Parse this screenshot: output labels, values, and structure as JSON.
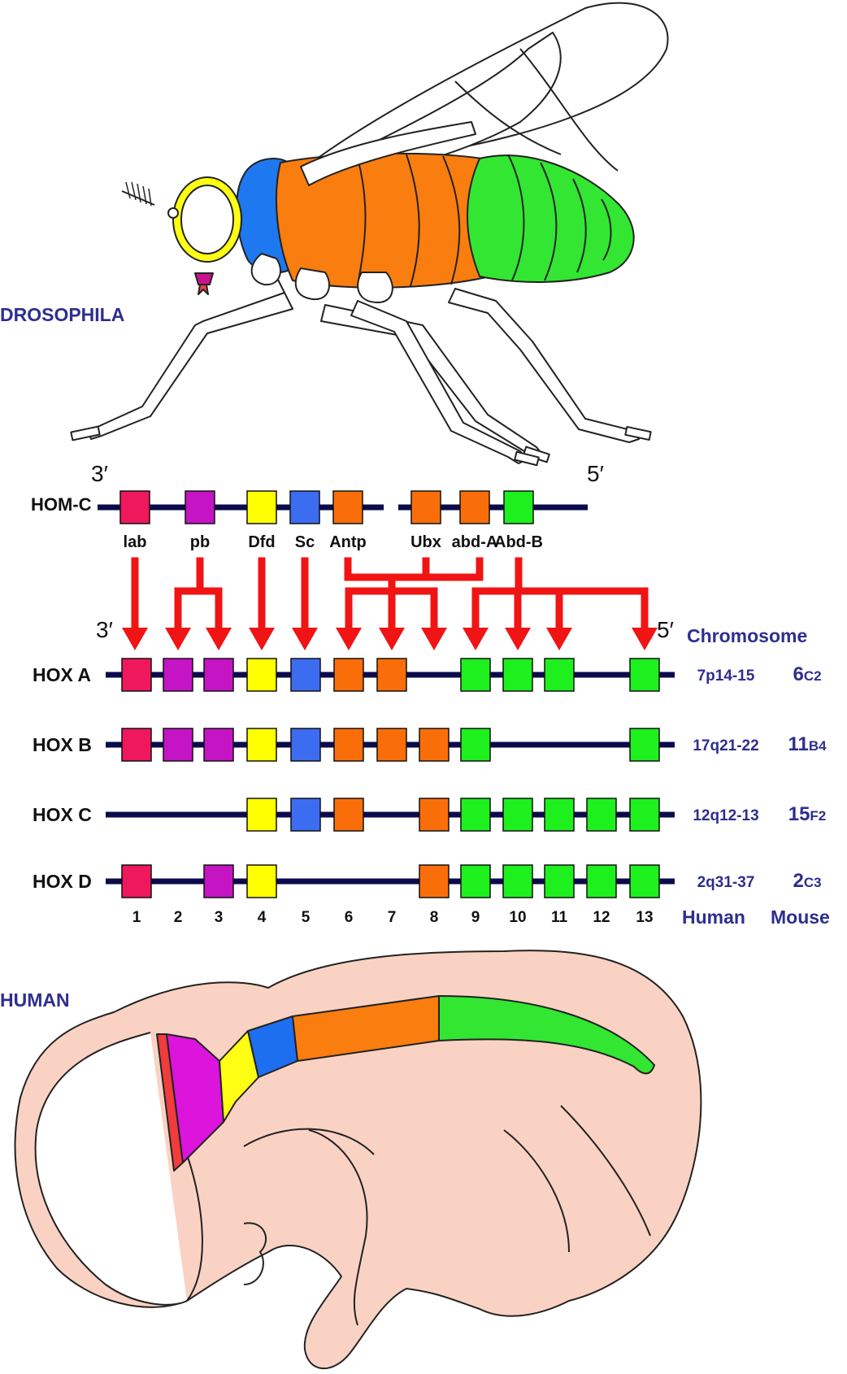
{
  "labels": {
    "drosophila": "DROSOPHILA",
    "human": "HUMAN",
    "chromosome": "Chromosome",
    "human_col": "Human",
    "mouse_col": "Mouse",
    "prime3_top": "3′",
    "prime5_top": "5′",
    "prime3_mid": "3′",
    "prime5_mid": "5′"
  },
  "colors": {
    "lab": "#f0185c",
    "pb": "#c414c4",
    "dfd": "#ffff00",
    "scr": "#3c6cf0",
    "antp": "#fa6e0a",
    "abd": "#1ef01e",
    "arrow": "#f01414",
    "line": "#0a0a4c"
  },
  "homc": {
    "label": "HOM-C",
    "genes": [
      {
        "name": "lab",
        "color": "lab"
      },
      {
        "name": "pb",
        "color": "pb"
      },
      {
        "name": "Dfd",
        "color": "dfd"
      },
      {
        "name": "Sc",
        "color": "scr"
      },
      {
        "name": "Antp",
        "color": "antp"
      },
      {
        "name": "Ubx",
        "color": "antp"
      },
      {
        "name": "abd-A",
        "color": "antp"
      },
      {
        "name": "Abd-B",
        "color": "abd"
      }
    ]
  },
  "paralog_numbers": [
    "1",
    "2",
    "3",
    "4",
    "5",
    "6",
    "7",
    "8",
    "9",
    "10",
    "11",
    "12",
    "13"
  ],
  "clusters": [
    {
      "label": "HOX A",
      "human": "7p14-15",
      "mouse_big": "6",
      "mouse_small": "C2",
      "genes": [
        "lab",
        "pb",
        "pb",
        "dfd",
        "scr",
        "antp",
        "antp",
        null,
        "abd",
        "abd",
        "abd",
        null,
        "abd"
      ]
    },
    {
      "label": "HOX B",
      "human": "17q21-22",
      "mouse_big": "11",
      "mouse_small": "B4",
      "genes": [
        "lab",
        "pb",
        "pb",
        "dfd",
        "scr",
        "antp",
        "antp",
        "antp",
        "abd",
        null,
        null,
        null,
        "abd"
      ]
    },
    {
      "label": "HOX C",
      "human": "12q12-13",
      "mouse_big": "15",
      "mouse_small": "F2",
      "genes": [
        null,
        null,
        null,
        "dfd",
        "scr",
        "antp",
        null,
        "antp",
        "abd",
        "abd",
        "abd",
        "abd",
        "abd"
      ]
    },
    {
      "label": "HOX D",
      "human": "2q31-37",
      "mouse_big": "2",
      "mouse_small": "C3",
      "genes": [
        "lab",
        null,
        "pb",
        "dfd",
        null,
        null,
        null,
        "antp",
        "abd",
        "abd",
        "abd",
        "abd",
        "abd"
      ]
    }
  ]
}
